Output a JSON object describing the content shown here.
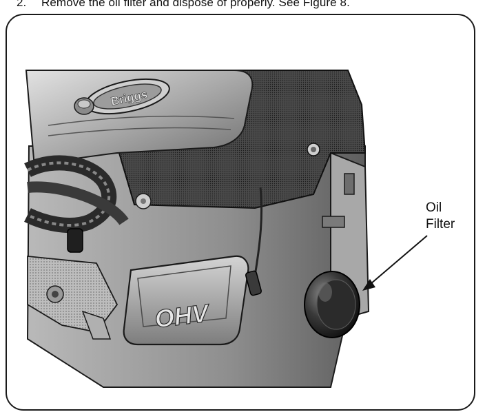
{
  "instruction": {
    "step_number": "2.",
    "text": "Remove the oil filter and dispose of properly. See Figure 8."
  },
  "figure": {
    "callout_line1": "Oil",
    "callout_line2": "Filter",
    "engine_label": "OHV"
  }
}
